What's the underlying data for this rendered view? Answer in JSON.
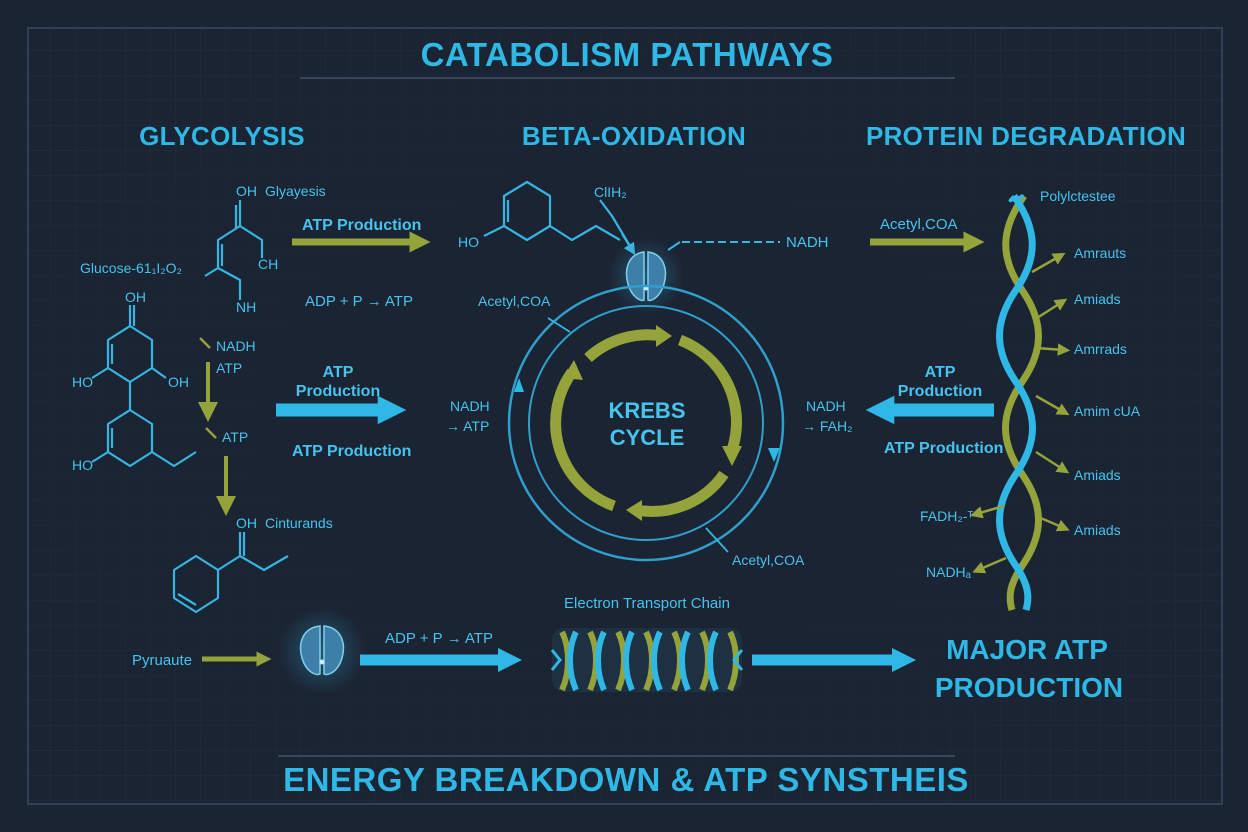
{
  "title": "CATABOLISM PATHWAYS",
  "footer": "ENERGY BREAKDOWN & ATP SYNSTHEIS",
  "sections": {
    "glycolysis": "GLYCOLYSIS",
    "beta_oxidation": "BETA-OXIDATION",
    "protein_degradation": "PROTEIN DEGRADATION"
  },
  "glycolysis": {
    "oh_top": "OH",
    "glyayesis": "Glyayesis",
    "ch": "CH",
    "nh": "NH",
    "glucose": "Glucose-61₁I₂O₂",
    "oh_mid": "OH",
    "ho_left": "HO",
    "oh_right": "OH",
    "ho_bottom": "HO",
    "nadh": "NADH",
    "atp_small": "ATP",
    "atp_small2": "ATP",
    "oh_low": "OH",
    "cinturands": "Cinturands",
    "atp_production_top": "ATP Production",
    "adp_equation": "ADP + P → ATP",
    "atp_line1": "ATP",
    "atp_line2": "Production",
    "atp_production_mid": "ATP Production"
  },
  "beta": {
    "ho": "HO",
    "clih": "ClIH₂",
    "nadh": "NADH"
  },
  "krebs": {
    "line1": "KREBS",
    "line2": "CYCLE",
    "acetyl_top": "Acetyl,COA",
    "acetyl_bottom": "Acetyl,COA",
    "left_line1": "NADH",
    "left_line2": "→ ATP",
    "right_line1": "NADH",
    "right_line2": "→ FAH₂"
  },
  "protein": {
    "acetyl": "Acetyl,COA",
    "polyl": "Polylctestee",
    "items": [
      "Amrauts",
      "Amiads",
      "Amrrads",
      "Amim cUA",
      "Amiads",
      "Amiads"
    ],
    "fadh": "FADH₂‐ᵀ",
    "nadh": "NADHₐ",
    "atp_line1": "ATP",
    "atp_line2": "Production",
    "atp_production": "ATP Production"
  },
  "etc": {
    "label": "Electron Transport Chain",
    "pyruvate": "Pyruaute",
    "adp_equation": "ADP + P → ATP"
  },
  "major": {
    "line1": "MAJOR ATP",
    "line2": "PRODUCTION"
  },
  "colors": {
    "background": "#1b2433",
    "accent_blue": "#2fb8e6",
    "olive": "#94a33a",
    "grid": "#2d3a4d"
  }
}
